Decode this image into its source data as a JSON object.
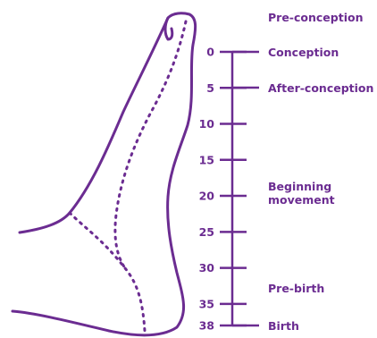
{
  "colors": {
    "ink": "#6b2c91",
    "background": "#ffffff"
  },
  "diagram": {
    "ticks": [
      {
        "label": "0",
        "week": 0
      },
      {
        "label": "5",
        "week": 5
      },
      {
        "label": "10",
        "week": 10
      },
      {
        "label": "15",
        "week": 15
      },
      {
        "label": "20",
        "week": 20
      },
      {
        "label": "25",
        "week": 25
      },
      {
        "label": "30",
        "week": 30
      },
      {
        "label": "35",
        "week": 35
      },
      {
        "label": "38",
        "week": 38
      }
    ],
    "stages": {
      "pre_conception": "Pre-conception",
      "conception": "Conception",
      "after_conception": "After-conception",
      "beginning_movement_line1": "Beginning",
      "beginning_movement_line2": "movement",
      "pre_birth": "Pre-birth",
      "birth": "Birth"
    }
  }
}
